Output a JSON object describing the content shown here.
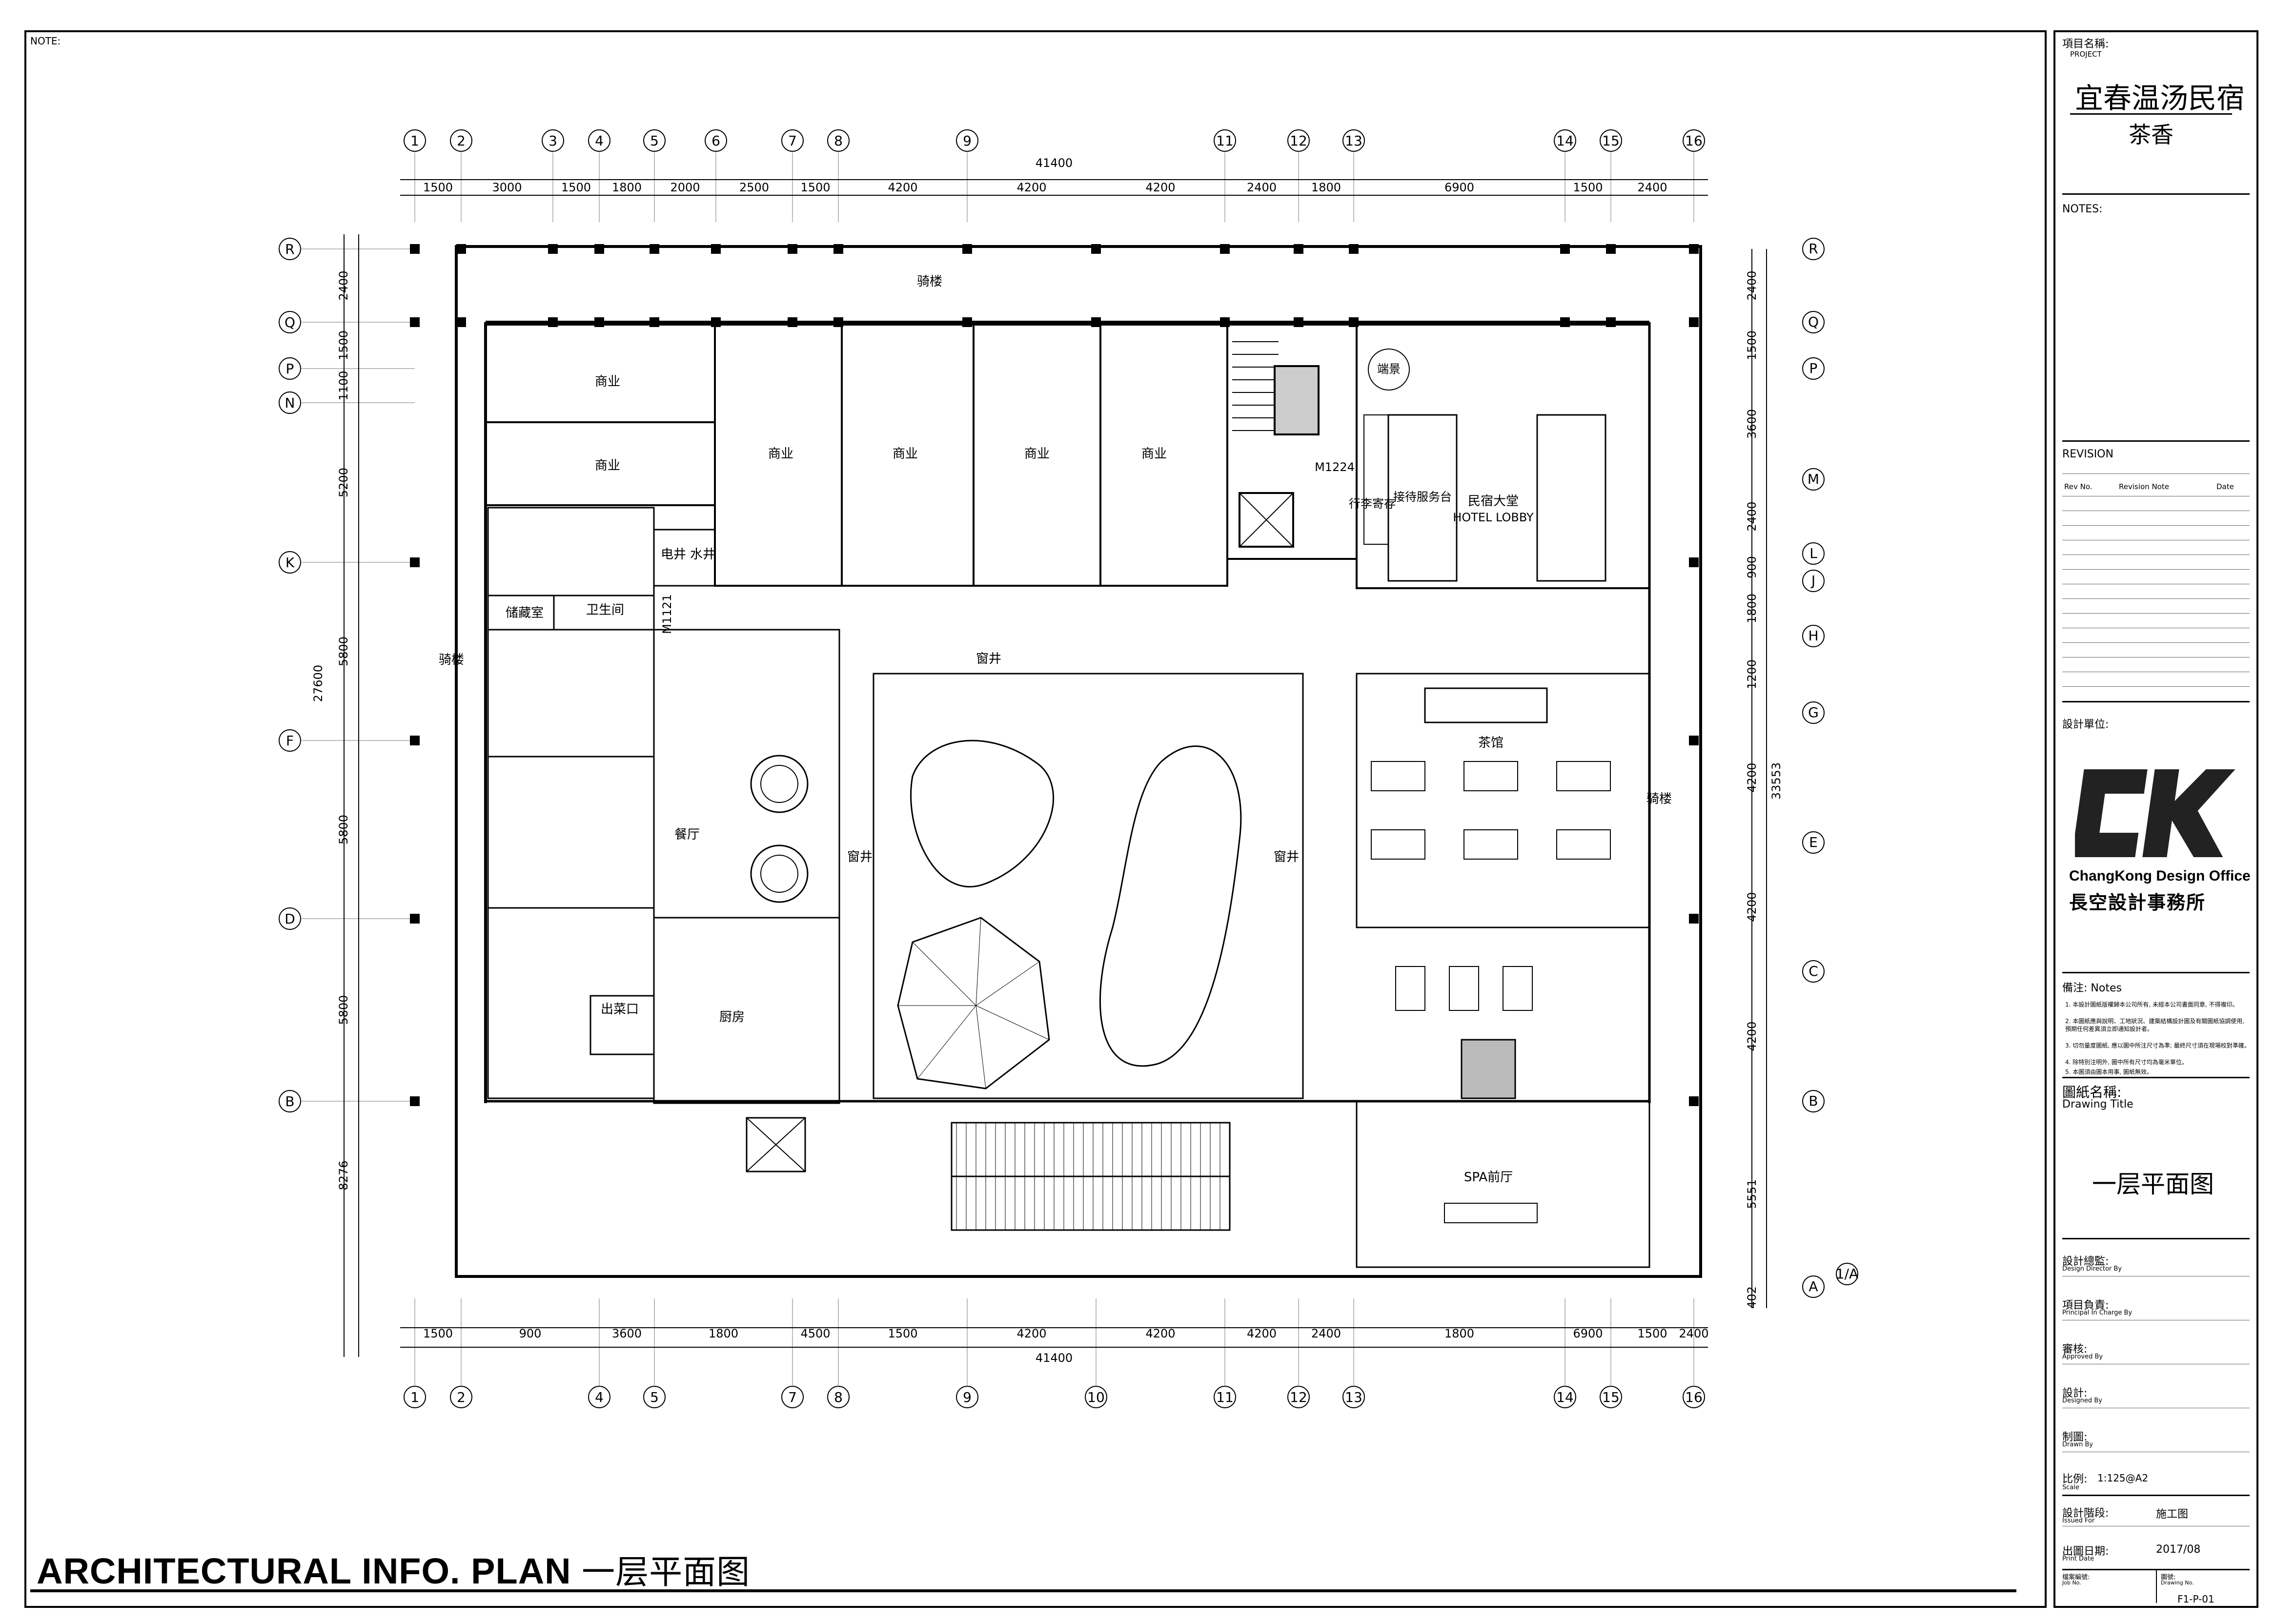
{
  "sheet": {
    "note_label": "NOTE:",
    "bottom_title_en": "ARCHITECTURAL INFO. PLAN",
    "bottom_title_cn": "一层平面图"
  },
  "title_block": {
    "project_label_cn": "項目名稱:",
    "project_label_en": "PROJECT",
    "project_name": "宜春温汤民宿",
    "project_sub": "茶香",
    "notes_label": "NOTES:",
    "revision_label": "REVISION",
    "revision_cols": [
      "Rev No.",
      "Revision Note",
      "Date"
    ],
    "designer_label": "設計單位:",
    "logo_text": "CK",
    "office_en": "ChangKong Design Office",
    "office_cn": "長空設計事務所",
    "remarks_label": "備注: Notes",
    "remarks": [
      "1. 本設計圖紙版權歸本公司所有, 未經本公司書面同意, 不得複印。",
      "2. 本圖紙應與說明、工地狀況、建築結構設計圖及有關圖紙協調使用, 預期任何差異須立即通知設計者。",
      "3. 切勿量度圖紙, 應以圖中所注尺寸為準; 最終尺寸須在現場校對準確。",
      "4. 除特別注明外, 圖中所有尺寸均為毫米單位。",
      "5. 本圖須由圖本用事, 圖紙無效。"
    ],
    "drawing_title_label_cn": "圖紙名稱:",
    "drawing_title_label_en": "Drawing Title",
    "drawing_title": "一层平面图",
    "fields": [
      {
        "cn": "設計總監:",
        "en": "Design Director By",
        "value": ""
      },
      {
        "cn": "項目負責:",
        "en": "Principal In Charge By",
        "value": ""
      },
      {
        "cn": "審核:",
        "en": "Approved By",
        "value": ""
      },
      {
        "cn": "設計:",
        "en": "Designed By",
        "value": ""
      },
      {
        "cn": "制圖:",
        "en": "Drawn By",
        "value": ""
      }
    ],
    "scale_label_cn": "比例:",
    "scale_label_en": "Scale",
    "scale_value": "1:125@A2",
    "issued_label_cn": "設計階段:",
    "issued_label_en": "Issued For",
    "issued_value": "施工图",
    "date_label_cn": "出圖日期:",
    "date_label_en": "Print Date",
    "date_value": "2017/08",
    "job_label_cn": "檔案編號:",
    "job_label_en": "Job No.",
    "dwg_label_cn": "圖號:",
    "dwg_label_en": "Drawing No.",
    "dwg_value": "F1-P-01"
  },
  "plan": {
    "col_axes": [
      "1",
      "2",
      "3",
      "4",
      "5",
      "6",
      "7",
      "8",
      "9",
      "10",
      "11",
      "12",
      "13",
      "14",
      "15",
      "16"
    ],
    "top_axes": [
      "1",
      "2",
      "3",
      "4",
      "5",
      "6",
      "7",
      "8",
      "9",
      "11",
      "12",
      "13",
      "14",
      "15",
      "16"
    ],
    "bottom_axes": [
      "1",
      "2",
      "4",
      "5",
      "7",
      "8",
      "9",
      "10",
      "11",
      "12",
      "13",
      "14",
      "15",
      "16"
    ],
    "row_axes_left": [
      "R",
      "Q",
      "P",
      "N",
      "K",
      "F",
      "D",
      "B"
    ],
    "row_axes_right": [
      "R",
      "Q",
      "P",
      "M",
      "L",
      "J",
      "H",
      "G",
      "E",
      "C",
      "B",
      "A",
      "1/A"
    ],
    "total_width": "41400",
    "total_height_left": "27600",
    "total_height_right": "33553",
    "top_dims": [
      "1500",
      "3000",
      "1500",
      "1800",
      "2000",
      "2500",
      "1500",
      "4200",
      "4200",
      "4200",
      "2400",
      "1800",
      "6900",
      "1500",
      "2400"
    ],
    "bottom_dims": [
      "1500",
      "900",
      "3600",
      "1800",
      "4500",
      "1500",
      "4200",
      "4200",
      "4200",
      "2400",
      "1800",
      "6900",
      "1500",
      "2400"
    ],
    "left_dims": [
      "2400",
      "1500",
      "1100",
      "5200",
      "5800",
      "5800",
      "5800",
      "8276"
    ],
    "right_dims": [
      "2400",
      "1500",
      "3600",
      "2400",
      "900",
      "1800",
      "1200",
      "4200",
      "4200",
      "4200",
      "5551",
      "402"
    ],
    "rooms": {
      "arcade_top": "骑楼",
      "arcade_left": "骑楼",
      "arcade_right": "骑楼",
      "shop1": "商业",
      "shop2": "商业",
      "shop3": "商业",
      "shop4": "商业",
      "shop5": "商业",
      "shop6": "商业",
      "elec_shaft": "电井",
      "water_shaft": "水井",
      "storage": "储藏室",
      "toilet": "卫生间",
      "dining": "餐厅",
      "kitchen": "厨房",
      "serving": "出菜口",
      "well_top": "窗井",
      "well_left": "窗井",
      "well_right": "窗井",
      "lobby": "民宿大堂",
      "lobby_en": "HOTEL LOBBY",
      "reception": "接待服务台",
      "luggage": "行李寄存",
      "screen_wall": "端景",
      "tea_house": "茶馆",
      "spa": "SPA前厅",
      "door_tag1": "M1224",
      "door_tag2": "M1121"
    }
  }
}
